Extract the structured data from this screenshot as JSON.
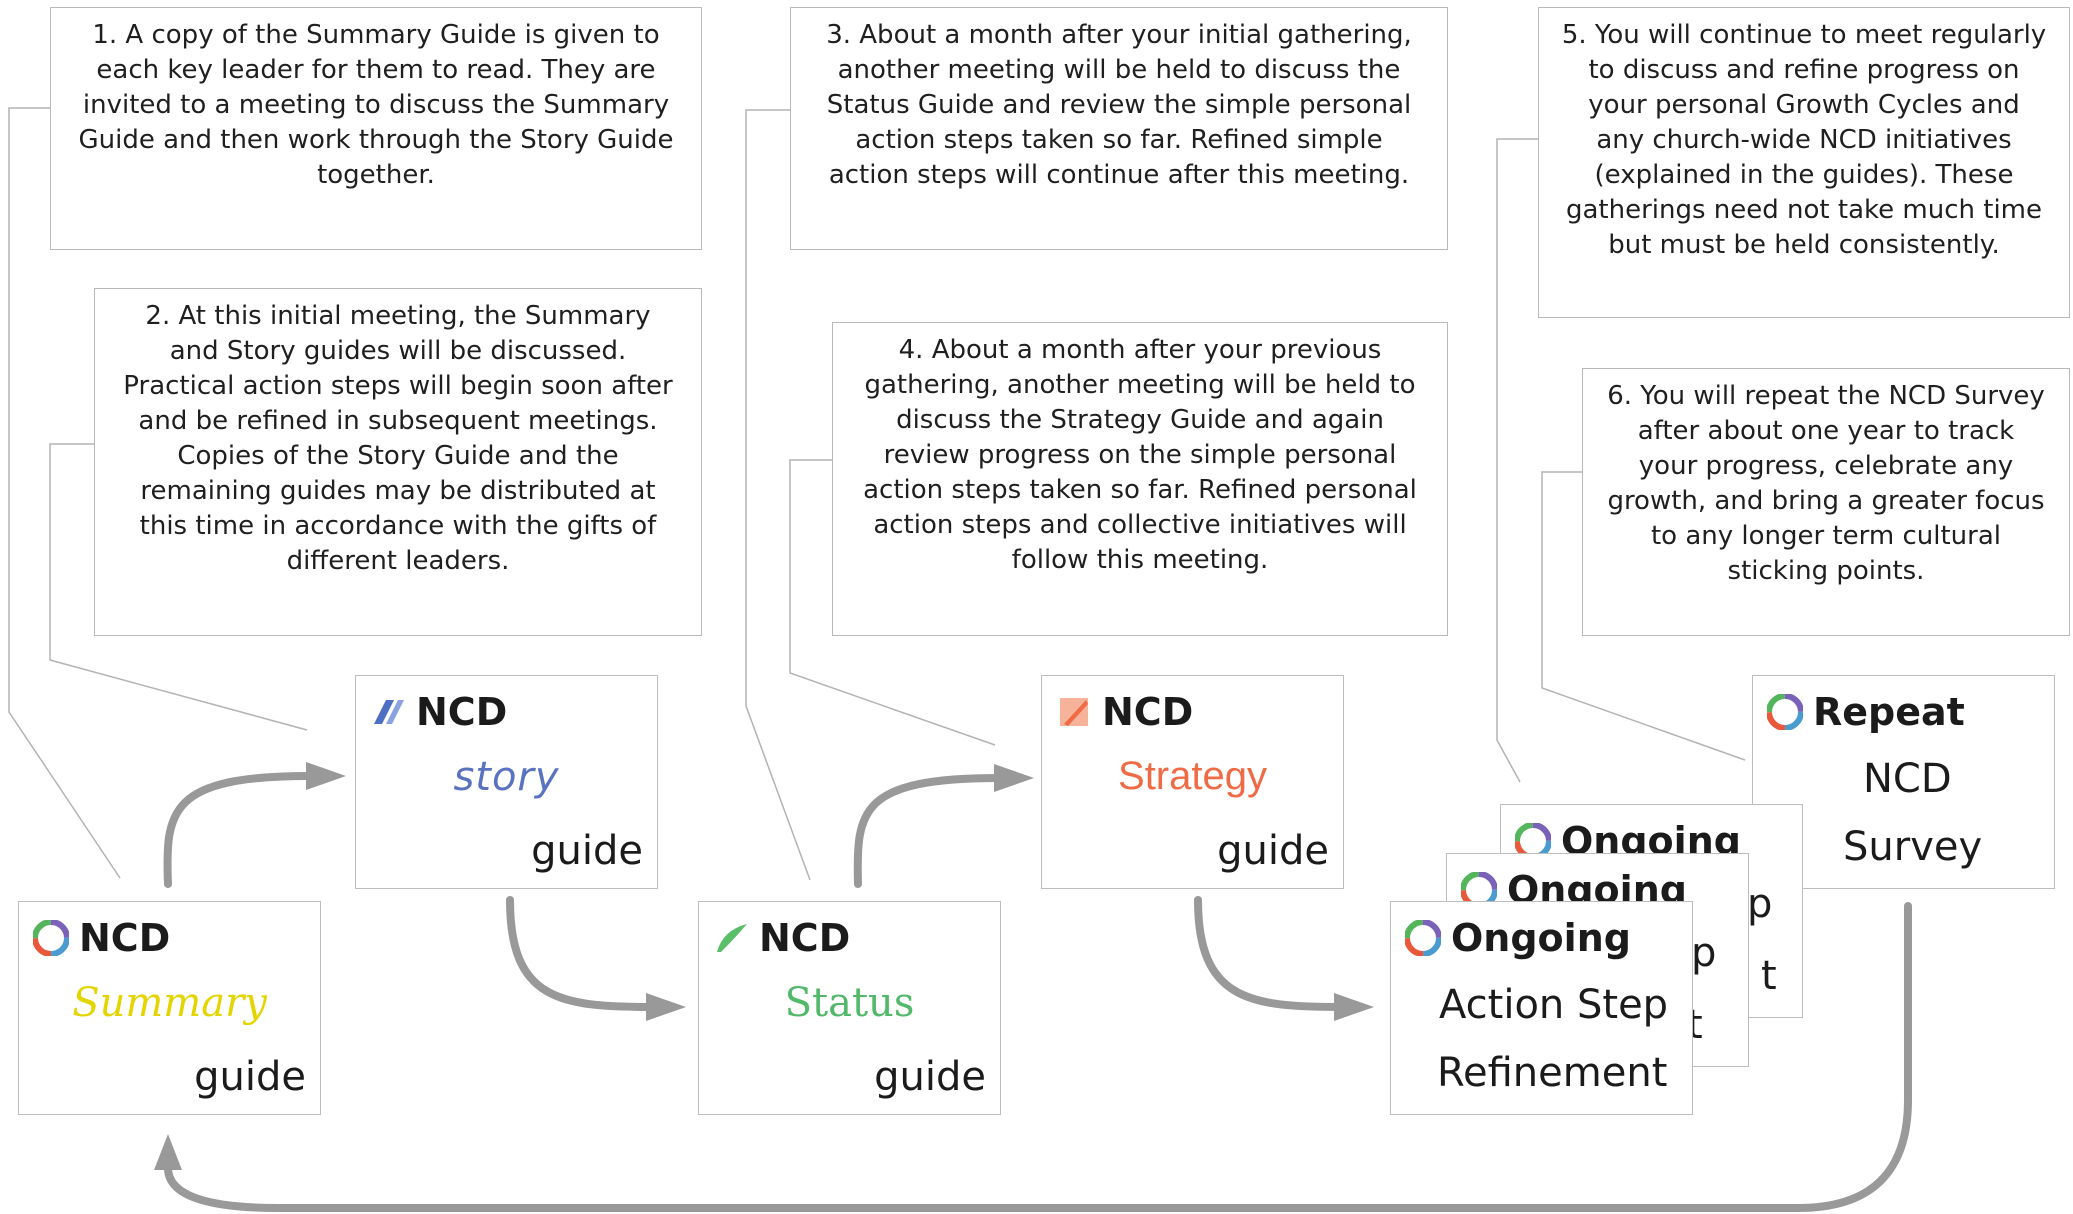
{
  "notes": [
    "1. A copy of the Summary Guide is given to each key leader for them to read. They are invited to a meeting to discuss the Summary Guide and then work through the Story Guide together.",
    "2. At this initial meeting, the Summary and Story guides will be discussed. Practical action steps will begin soon after and be refined in subsequent meetings. Copies of the Story Guide and the remaining guides may be distributed at this time in accordance with the gifts of different leaders.",
    "3. About a month after your initial gathering, another meeting will be held to discuss the Status Guide and review the simple personal action steps taken so far. Refined simple action steps will continue after this meeting.",
    "4. About a month after your previous gathering, another meeting will be held to discuss the Strategy Guide and again review progress on the simple personal action steps taken so far. Refined personal action steps and collective initiatives will follow this meeting.",
    "5. You will continue to meet regularly to discuss and refine progress on your personal Growth Cycles and any church-wide NCD initiatives (explained in the guides). These gatherings need not take much time but must be held consistently.",
    "6. You will repeat the NCD Survey after about one year to track your progress, celebrate any growth, and bring a greater focus to any longer term cultural sticking points."
  ],
  "cards": {
    "summary": {
      "brand": "NCD",
      "subject": "Summary",
      "suffix": "guide",
      "color": "#e4d400"
    },
    "story": {
      "brand": "NCD",
      "subject": "story",
      "suffix": "guide",
      "color": "#5a73c0"
    },
    "status": {
      "brand": "NCD",
      "subject": "Status",
      "suffix": "guide",
      "color": "#52b86a"
    },
    "strategy": {
      "brand": "NCD",
      "subject": "Strategy",
      "suffix": "guide",
      "color": "#ef6b45"
    },
    "ongoing": {
      "brand": "Ongoing",
      "line1": "Action Step",
      "line2": "Refinement"
    },
    "ongoing_back_1": {
      "brand": "Ongoing",
      "peek1": "p",
      "peek2": "t"
    },
    "ongoing_back_2": {
      "brand": "Ongoing",
      "peek1": "p",
      "peek2": "t"
    },
    "repeat": {
      "brand": "Repeat",
      "line1": "NCD",
      "line2": "Survey"
    }
  },
  "colors": {
    "arrow": "#999999",
    "connector": "#b3b3b3",
    "border": "#bdbdbd"
  }
}
